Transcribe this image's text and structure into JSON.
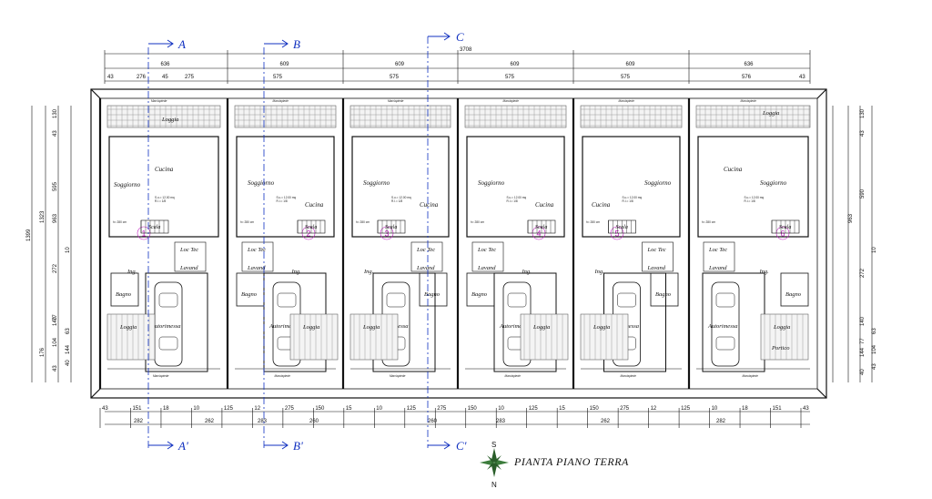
{
  "title": "PIANTA PIANO TERRA",
  "compass": {
    "top": "S",
    "bottom": "N"
  },
  "colors": {
    "lines": "#111111",
    "section": "#1030c0",
    "unit_number": "#c020c0",
    "dim": "#111111"
  },
  "sections": {
    "A": "A",
    "A2": "A'",
    "B": "B",
    "B2": "B'",
    "C": "C",
    "C2": "C'"
  },
  "dims_top": {
    "total": "3708",
    "units": [
      "636",
      "609",
      "609",
      "609",
      "609",
      "636"
    ],
    "sub": [
      "43",
      "276",
      "45",
      "275",
      "575",
      "575",
      "575",
      "575",
      "576",
      "43"
    ]
  },
  "dims_bottom": {
    "row1": [
      "43",
      "151",
      "18",
      "10",
      "125",
      "12",
      "275",
      "150",
      "15",
      "10",
      "125",
      "275",
      "150",
      "10",
      "125",
      "15",
      "150",
      "275",
      "12",
      "125",
      "10",
      "18",
      "151",
      "43"
    ],
    "row2": [
      "282",
      "262",
      "283",
      "260",
      "260",
      "283",
      "262",
      "282"
    ]
  },
  "dims_left": [
    "130",
    "43",
    "595",
    "1323",
    "963",
    "1399",
    "272",
    "10",
    "140",
    "63",
    "77",
    "176",
    "104",
    "144",
    "43",
    "40"
  ],
  "dims_right": [
    "130",
    "43",
    "590",
    "963",
    "10",
    "272",
    "140",
    "63",
    "77",
    "104",
    "144",
    "43",
    "40"
  ],
  "unit_numbers": [
    "1",
    "2",
    "3",
    "4",
    "5",
    "6"
  ],
  "rooms": {
    "cucina": "Cucina",
    "soggiorno": "Soggiorno",
    "scala": "Scala",
    "loc_tec": "Loc Tec",
    "lavand": "Lavand",
    "ing": "Ing.",
    "bagno": "Bagno",
    "autorimessa": "Autorimessa",
    "loggia": "Loggia",
    "portico": "Portico",
    "marciapiede": "Marciapiede"
  },
  "small_labels": {
    "h": "h= 280 cm",
    "area": "S.u.= 12.00 mq",
    "ratio": "R.I.= 1/8"
  }
}
